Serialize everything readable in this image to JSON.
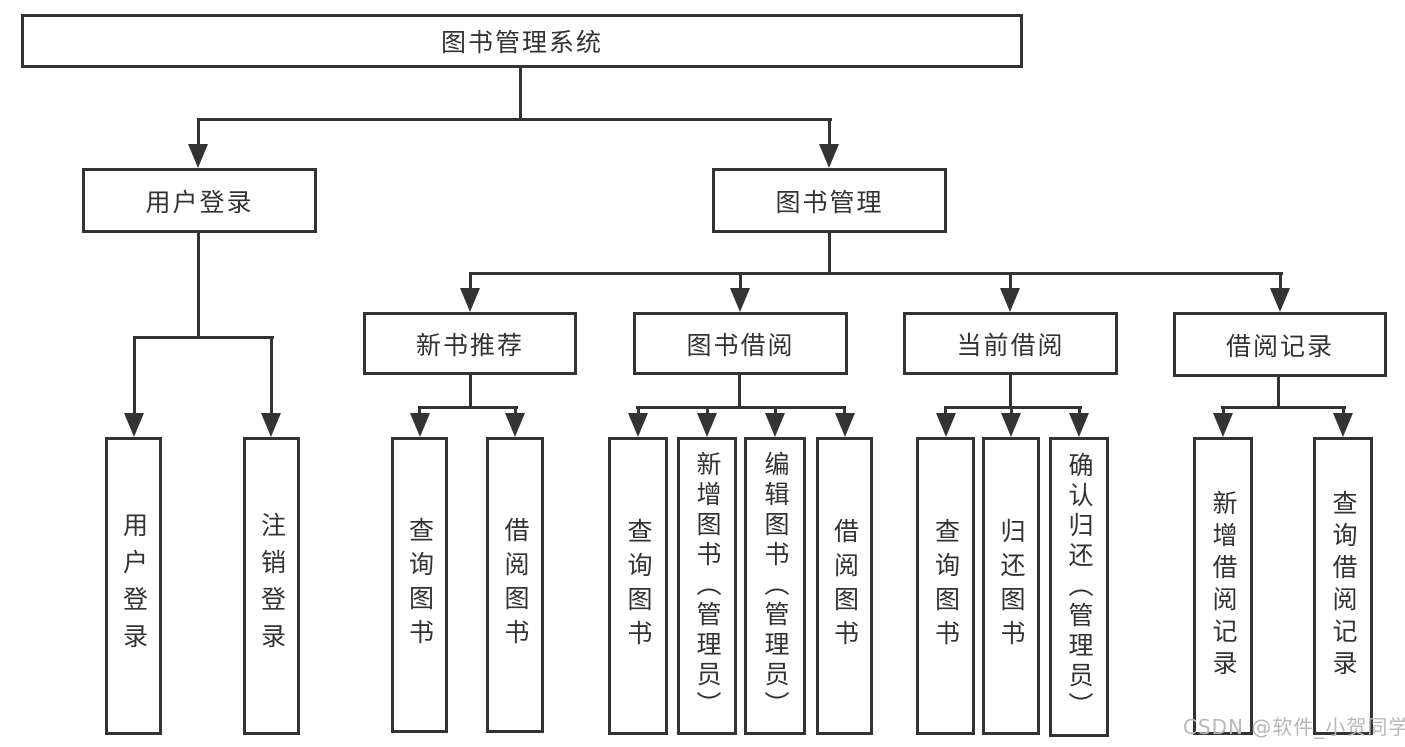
{
  "colors": {
    "background": "#ffffff",
    "line": "#333333",
    "box_border": "#333333",
    "text": "#333333",
    "watermark": "#b8b8b8"
  },
  "watermark": {
    "text": "CSDN @软件_小贺同学"
  },
  "diagram": {
    "title": "图书管理系统",
    "nodes": [
      {
        "id": "root",
        "label": "图书管理系统"
      },
      {
        "id": "user-login",
        "label": "用户登录"
      },
      {
        "id": "book-management",
        "label": "图书管理"
      },
      {
        "id": "new-book-recommend",
        "label": "新书推荐"
      },
      {
        "id": "book-borrow",
        "label": "图书借阅"
      },
      {
        "id": "current-borrow",
        "label": "当前借阅"
      },
      {
        "id": "borrow-records",
        "label": "借阅记录"
      },
      {
        "id": "user-login-action",
        "label": "用户登录"
      },
      {
        "id": "logout-action",
        "label": "注销登录"
      },
      {
        "id": "nb-query-books",
        "label": "查询图书"
      },
      {
        "id": "nb-borrow-books",
        "label": "借阅图书"
      },
      {
        "id": "bb-query-books",
        "label": "查询图书"
      },
      {
        "id": "bb-add-books",
        "label": "新增图书（管理员）"
      },
      {
        "id": "bb-edit-books",
        "label": "编辑图书（管理员）"
      },
      {
        "id": "bb-borrow-books",
        "label": "借阅图书"
      },
      {
        "id": "cb-query-books",
        "label": "查询图书"
      },
      {
        "id": "cb-return-books",
        "label": "归还图书"
      },
      {
        "id": "cb-confirm-return",
        "label": "确认归还（管理员）"
      },
      {
        "id": "br-add-record",
        "label": "新增借阅记录"
      },
      {
        "id": "br-query-record",
        "label": "查询借阅记录"
      }
    ],
    "edges": [
      [
        "root",
        "user-login"
      ],
      [
        "root",
        "book-management"
      ],
      [
        "user-login",
        "user-login-action"
      ],
      [
        "user-login",
        "logout-action"
      ],
      [
        "book-management",
        "new-book-recommend"
      ],
      [
        "book-management",
        "book-borrow"
      ],
      [
        "book-management",
        "current-borrow"
      ],
      [
        "book-management",
        "borrow-records"
      ],
      [
        "new-book-recommend",
        "nb-query-books"
      ],
      [
        "new-book-recommend",
        "nb-borrow-books"
      ],
      [
        "book-borrow",
        "bb-query-books"
      ],
      [
        "book-borrow",
        "bb-add-books"
      ],
      [
        "book-borrow",
        "bb-edit-books"
      ],
      [
        "book-borrow",
        "bb-borrow-books"
      ],
      [
        "current-borrow",
        "cb-query-books"
      ],
      [
        "current-borrow",
        "cb-return-books"
      ],
      [
        "current-borrow",
        "cb-confirm-return"
      ],
      [
        "borrow-records",
        "br-add-record"
      ],
      [
        "borrow-records",
        "br-query-record"
      ]
    ]
  }
}
